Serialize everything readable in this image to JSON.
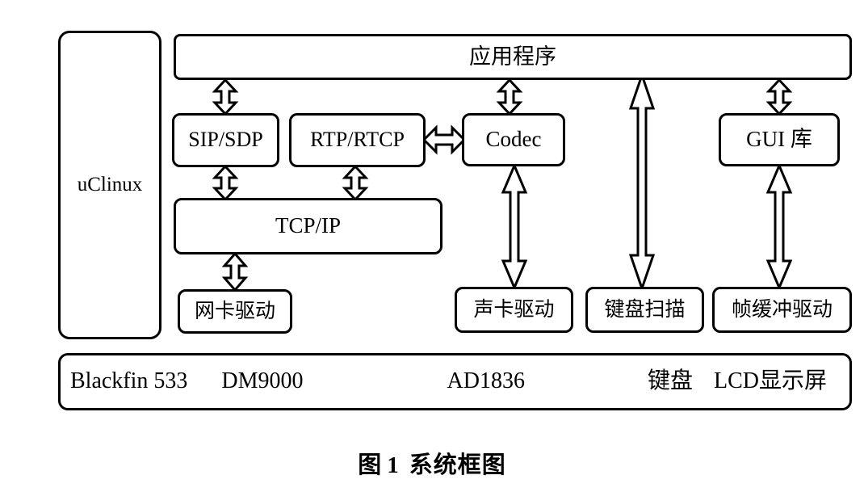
{
  "diagram": {
    "caption_prefix": "图",
    "caption_number": "1",
    "caption_title": "系统框图",
    "colors": {
      "stroke": "#000000",
      "background": "#ffffff"
    }
  },
  "os": {
    "label": "uClinux"
  },
  "application": {
    "label": "应用程序"
  },
  "middleware": [
    {
      "id": "sip",
      "label": "SIP/SDP"
    },
    {
      "id": "rtp",
      "label": "RTP/RTCP"
    },
    {
      "id": "codec",
      "label": "Codec"
    },
    {
      "id": "gui",
      "label": "GUI 库"
    }
  ],
  "stack": {
    "tcpip_label": "TCP/IP"
  },
  "drivers": [
    {
      "id": "nic",
      "label": "网卡驱动"
    },
    {
      "id": "sound",
      "label": "声卡驱动"
    },
    {
      "id": "keyboard",
      "label": "键盘扫描"
    },
    {
      "id": "framebuffer",
      "label": "帧缓冲驱动"
    }
  ],
  "hardware": {
    "items": [
      {
        "id": "cpu",
        "label": "Blackfin 533"
      },
      {
        "id": "ethernet",
        "label": "DM9000"
      },
      {
        "id": "audio-codec",
        "label": "AD1836"
      },
      {
        "id": "keyboard",
        "label": "键盘"
      },
      {
        "id": "display",
        "label": "LCD显示屏"
      }
    ]
  },
  "connections": [
    {
      "id": "app-sip",
      "from": "应用程序",
      "to": "SIP/SDP",
      "style": "double-headed"
    },
    {
      "id": "app-codec",
      "from": "应用程序",
      "to": "Codec",
      "style": "double-headed"
    },
    {
      "id": "app-keyboard-scan",
      "from": "应用程序",
      "to": "键盘扫描",
      "style": "double-headed"
    },
    {
      "id": "app-gui",
      "from": "应用程序",
      "to": "GUI 库",
      "style": "double-headed"
    },
    {
      "id": "sip-tcpip",
      "from": "SIP/SDP",
      "to": "TCP/IP",
      "style": "double-headed"
    },
    {
      "id": "rtp-tcpip",
      "from": "RTP/RTCP",
      "to": "TCP/IP",
      "style": "double-headed"
    },
    {
      "id": "rtp-codec",
      "from": "RTP/RTCP",
      "to": "Codec",
      "style": "double-headed"
    },
    {
      "id": "tcpip-nic",
      "from": "TCP/IP",
      "to": "网卡驱动",
      "style": "double-headed"
    },
    {
      "id": "codec-sound",
      "from": "Codec",
      "to": "声卡驱动",
      "style": "double-headed"
    },
    {
      "id": "gui-framebuffer",
      "from": "GUI 库",
      "to": "帧缓冲驱动",
      "style": "double-headed"
    }
  ]
}
